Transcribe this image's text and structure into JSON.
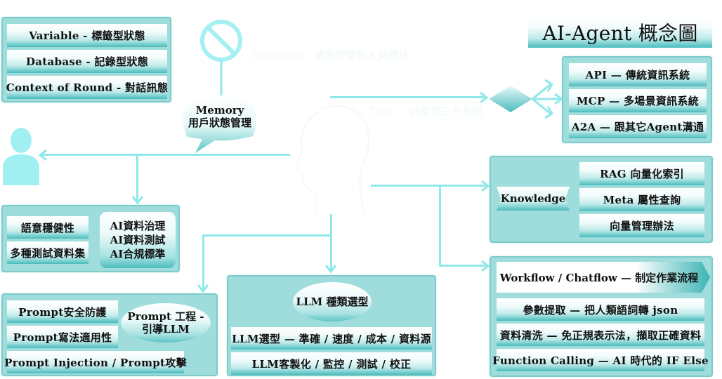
{
  "title": "AI-Agent 概念圖",
  "memory": {
    "bubble_line1": "Memory",
    "bubble_line2": "用戶狀態管理",
    "items": [
      "Variable - 標籤型狀態",
      "Database - 記錄型狀態",
      "Context of Round - 對話訊態"
    ]
  },
  "guardrail": {
    "label": "Guardrail - 權限控管與人員稽核"
  },
  "tool": {
    "label": "Tool — 調度第三方系統",
    "items": [
      "API — 傳統資訊系統",
      "MCP — 多場景資訊系統",
      "A2A — 跟其它Agent溝通"
    ]
  },
  "knowledge": {
    "label": "Knowledge",
    "items": [
      "RAG 向量化索引",
      "Meta 屬性查詢",
      "向量管理辦法"
    ]
  },
  "workflow": {
    "header": "Workflow / Chatflow — 制定作業流程",
    "items": [
      "參數提取 — 把人類語詞轉 json",
      "資料清洗 — 免正規表示法，擷取正確資料",
      "Function Calling — AI 時代的 IF Else"
    ]
  },
  "governance": {
    "items": [
      "語意穩健性",
      "多種測試資料集"
    ],
    "label_lines": [
      "AI資料治理",
      "AI資料測試",
      "AI合規標準"
    ]
  },
  "prompt": {
    "items": [
      "Prompt安全防護",
      "Prompt寫法適用性",
      "Prompt Injection / Prompt攻擊"
    ],
    "label_line1": "Prompt 工程 -",
    "label_line2": "引導LLM"
  },
  "llm": {
    "label": "LLM 種類選型",
    "items": [
      "LLM選型 — 準確 / 速度 / 成本 / 資料源",
      "LLM客製化 / 監控 / 測試 / 校正"
    ]
  },
  "colors": {
    "accent": "#8fe8ea",
    "panel": "#9fdcdc",
    "panel_border": "#7fcaca",
    "bar_dark": "#49bcbc"
  }
}
